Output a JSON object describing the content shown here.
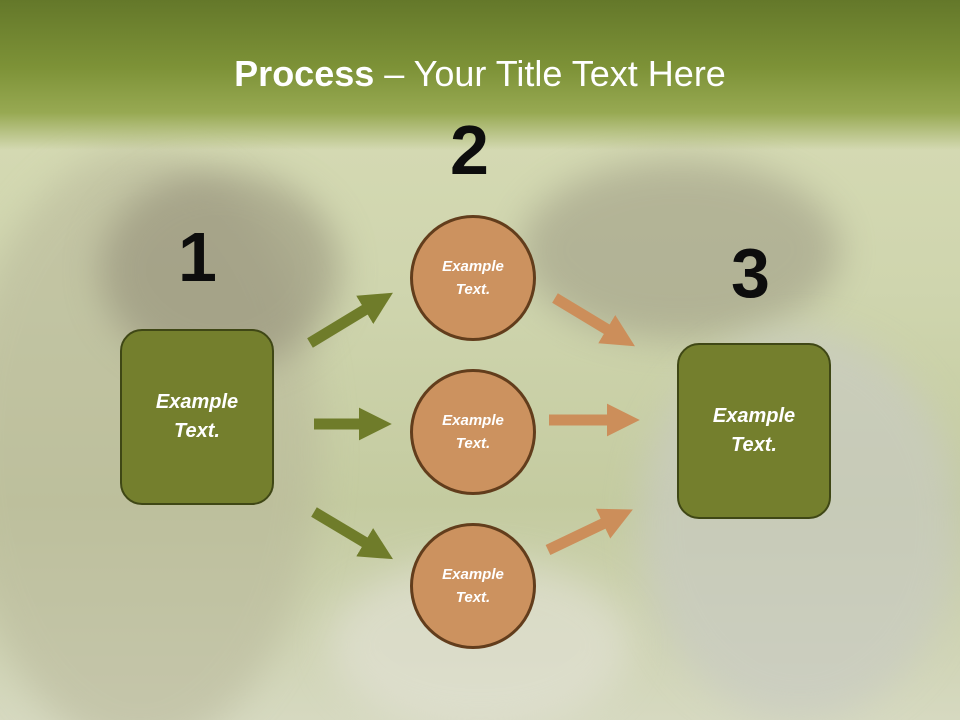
{
  "title": {
    "bold": "Process",
    "rest": " – Your Title Text Here"
  },
  "steps": [
    "1",
    "2",
    "3"
  ],
  "left_box": {
    "line1": "Example",
    "line2": "Text."
  },
  "right_box": {
    "line1": "Example",
    "line2": "Text."
  },
  "circles": [
    {
      "line1": "Example",
      "line2": "Text."
    },
    {
      "line1": "Example",
      "line2": "Text."
    },
    {
      "line1": "Example",
      "line2": "Text."
    }
  ],
  "colors": {
    "banner": "#7d9237",
    "box_fill": "#747f2d",
    "circle_fill": "#cc925f",
    "arrow_green": "#6f7c2a",
    "arrow_orange": "#cc8e5a"
  }
}
